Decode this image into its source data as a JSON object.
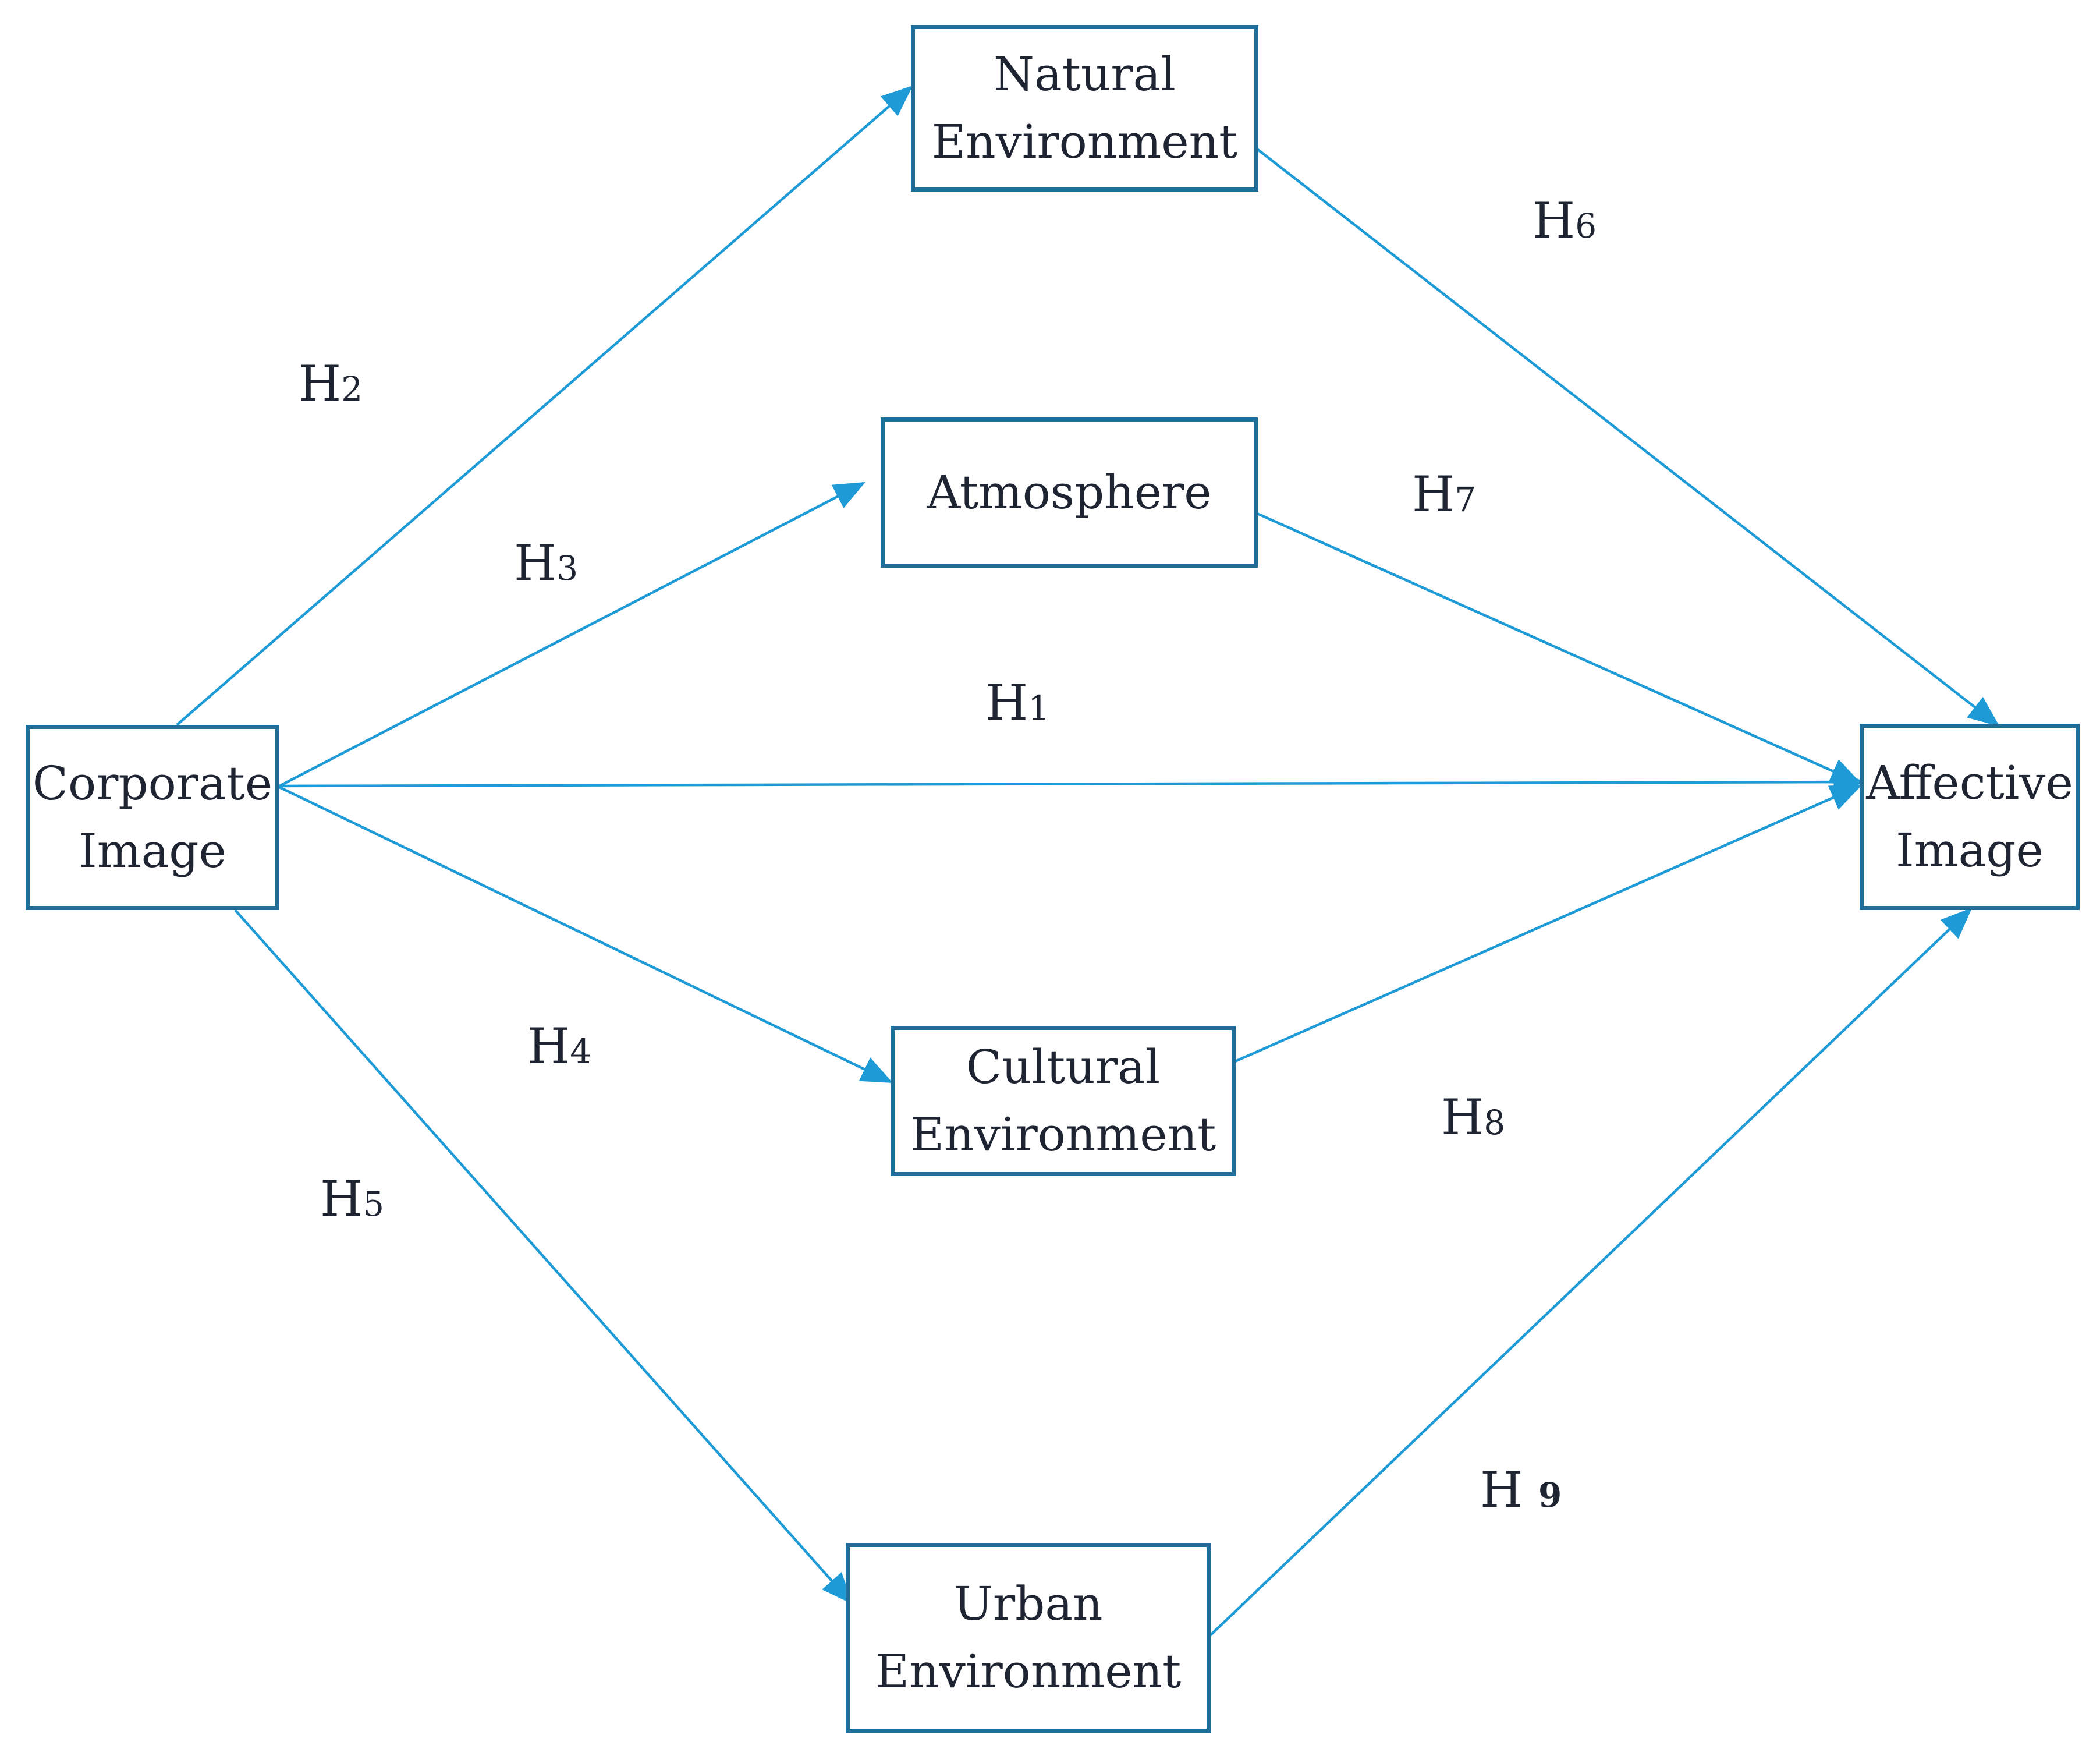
{
  "colors": {
    "arrow": "#1e9bd7",
    "box_border": "#1f6e99",
    "text": "#1f2433"
  },
  "nodes": {
    "natural": [
      "Natural",
      "Environment"
    ],
    "atmosphere": [
      "Atmosphere"
    ],
    "corporate": [
      "Corporate",
      "Image"
    ],
    "affective": [
      "Affective",
      "Image"
    ],
    "cultural": [
      "Cultural",
      "Environment"
    ],
    "urban": [
      "Urban",
      "Environment"
    ]
  },
  "hypotheses": {
    "h1": {
      "letter": "H",
      "num": "1"
    },
    "h2": {
      "letter": "H",
      "num": "2"
    },
    "h3": {
      "letter": "H",
      "num": "3"
    },
    "h4": {
      "letter": "H",
      "num": "4"
    },
    "h5": {
      "letter": "H",
      "num": "5"
    },
    "h6": {
      "letter": "H",
      "num": "6"
    },
    "h7": {
      "letter": "H",
      "num": "7"
    },
    "h8": {
      "letter": "H",
      "num": "8"
    },
    "h9": {
      "letter": "H ",
      "num": "9"
    }
  }
}
